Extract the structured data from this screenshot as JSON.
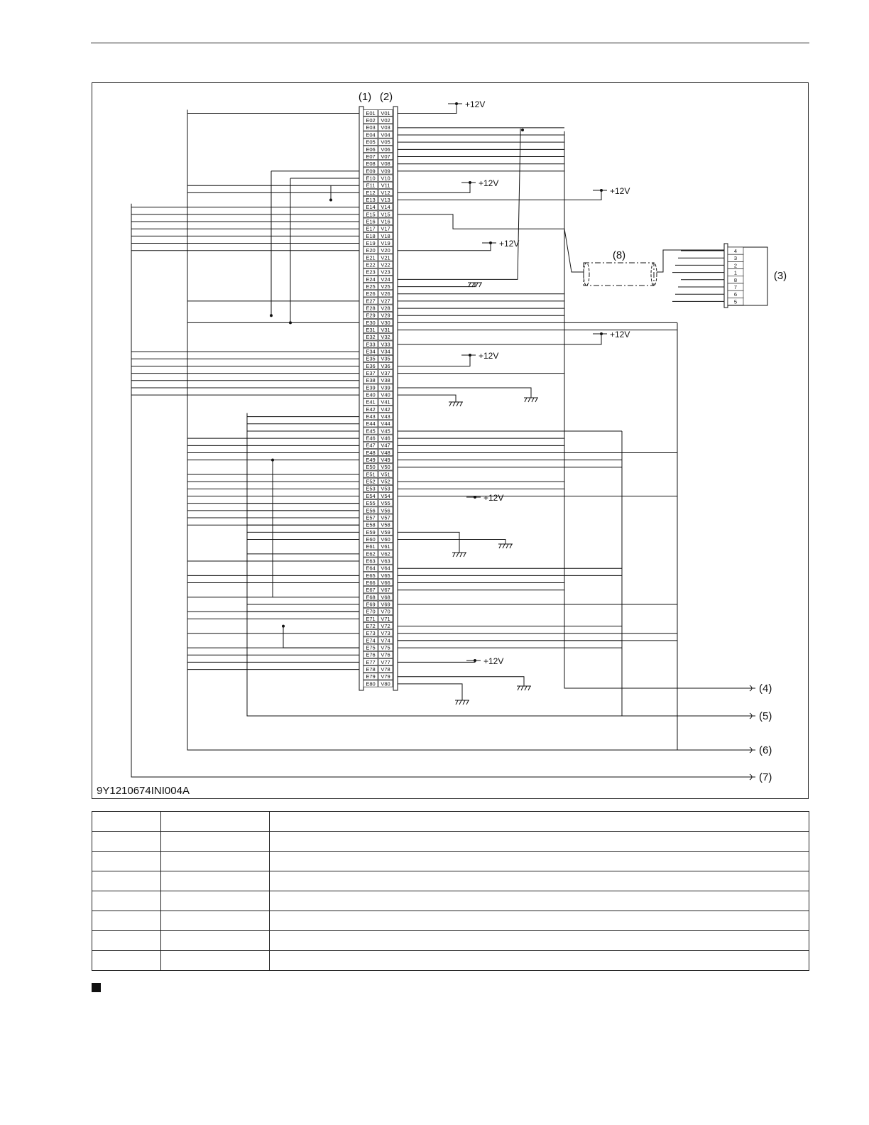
{
  "figure": {
    "code": "9Y1210674INI004A",
    "connector_labels": [
      "(1)",
      "(2)"
    ],
    "shield_label": "(8)",
    "plug_label": "(3)",
    "plug_pins": [
      "4",
      "3",
      "2",
      "1",
      "8",
      "7",
      "6",
      "5"
    ],
    "supply_label": "+12V",
    "harness_labels": [
      "(4)",
      "(5)",
      "(6)",
      "(7)"
    ],
    "e_pins": [
      "E01",
      "E02",
      "E03",
      "E04",
      "E05",
      "E06",
      "E07",
      "E08",
      "E09",
      "E10",
      "E11",
      "E12",
      "E13",
      "E14",
      "E15",
      "E16",
      "E17",
      "E18",
      "E19",
      "E20",
      "E21",
      "E22",
      "E23",
      "E24",
      "E25",
      "E26",
      "E27",
      "E28",
      "E29",
      "E30",
      "E31",
      "E32",
      "E33",
      "E34",
      "E35",
      "E36",
      "E37",
      "E38",
      "E39",
      "E40",
      "E41",
      "E42",
      "E43",
      "E44",
      "E45",
      "E46",
      "E47",
      "E48",
      "E49",
      "E50",
      "E51",
      "E52",
      "E53",
      "E54",
      "E55",
      "E56",
      "E57",
      "E58",
      "E59",
      "E60",
      "E61",
      "E62",
      "E63",
      "E64",
      "E65",
      "E66",
      "E67",
      "E68",
      "E69",
      "E70",
      "E71",
      "E72",
      "E73",
      "E74",
      "E75",
      "E76",
      "E77",
      "E78",
      "E79",
      "E80"
    ],
    "v_pins": [
      "V01",
      "V02",
      "V03",
      "V04",
      "V05",
      "V06",
      "V07",
      "V08",
      "V09",
      "V10",
      "V11",
      "V12",
      "V13",
      "V14",
      "V15",
      "V16",
      "V17",
      "V18",
      "V19",
      "V20",
      "V21",
      "V22",
      "V23",
      "V24",
      "V25",
      "V26",
      "V27",
      "V28",
      "V29",
      "V30",
      "V31",
      "V32",
      "V33",
      "V34",
      "V35",
      "V36",
      "V37",
      "V38",
      "V39",
      "V40",
      "V41",
      "V42",
      "V43",
      "V44",
      "V45",
      "V46",
      "V47",
      "V48",
      "V49",
      "V50",
      "V51",
      "V52",
      "V53",
      "V54",
      "V55",
      "V56",
      "V57",
      "V58",
      "V59",
      "V60",
      "V61",
      "V62",
      "V63",
      "V64",
      "V65",
      "V66",
      "V67",
      "V68",
      "V69",
      "V70",
      "V71",
      "V72",
      "V73",
      "V74",
      "V75",
      "V76",
      "V77",
      "V78",
      "V79",
      "V80"
    ]
  },
  "legend_rows": [
    [
      "",
      "",
      ""
    ],
    [
      "",
      "",
      ""
    ],
    [
      "",
      "",
      ""
    ],
    [
      "",
      "",
      ""
    ],
    [
      "",
      "",
      ""
    ],
    [
      "",
      "",
      ""
    ],
    [
      "",
      "",
      ""
    ],
    [
      "",
      "",
      ""
    ]
  ]
}
